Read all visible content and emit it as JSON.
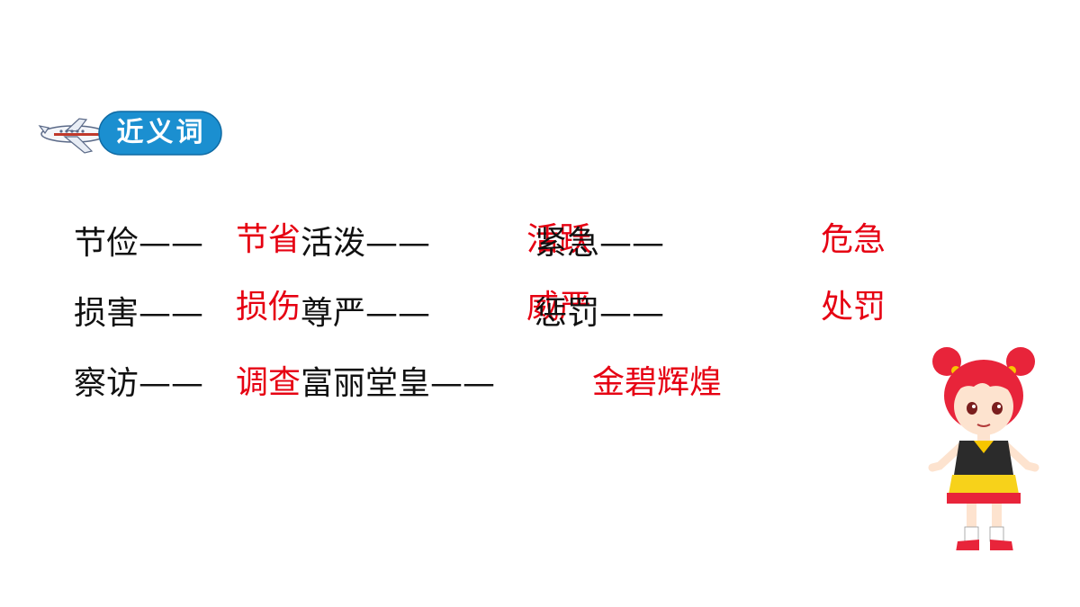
{
  "header": {
    "title": "近义词",
    "plane_icon": "airplane-icon",
    "accent_color": "#1b8fd0"
  },
  "rows": [
    {
      "c1": {
        "word": "节俭——",
        "answer": "节省"
      },
      "c2": {
        "word": "活泼——",
        "answer": "活跃"
      },
      "c3": {
        "word": "紧急——",
        "answer": "危急"
      }
    },
    {
      "c1": {
        "word": "损害——",
        "answer": "损伤"
      },
      "c2": {
        "word": "尊严——",
        "answer": "威严"
      },
      "c3": {
        "word": "惩罚——",
        "answer": "处罚"
      }
    },
    {
      "c1": {
        "word": "察访——",
        "answer": "调查"
      },
      "c2": {
        "word": "富丽堂皇——",
        "answer": "金碧辉煌"
      }
    }
  ],
  "colors": {
    "answer": "#e60012",
    "text": "#111111"
  },
  "illustration": "cartoon-girl-illustration"
}
